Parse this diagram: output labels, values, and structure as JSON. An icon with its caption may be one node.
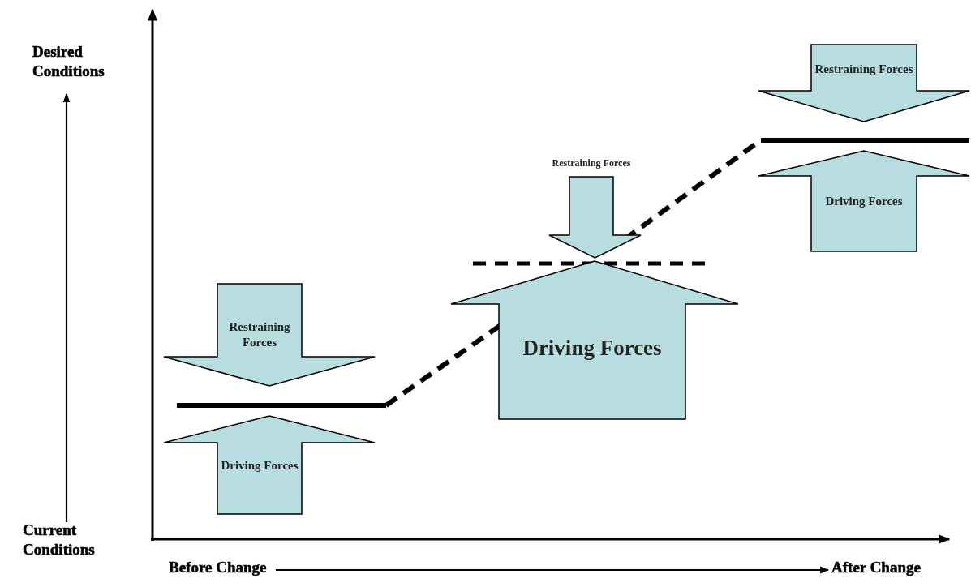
{
  "diagram": {
    "nodes": [
      {
        "text": [
          "Desired Conditions"
        ]
      },
      {
        "text": [
          "Current Conditions"
        ]
      },
      {
        "text": [
          "Before Change"
        ]
      },
      {
        "text": [
          "After Change"
        ]
      },
      {
        "text": [
          "Restraining Forces"
        ]
      },
      {
        "text": [
          "Driving Forces"
        ]
      },
      {
        "text": [
          "Restraining Forces"
        ]
      },
      {
        "text": [
          "Driving Forces"
        ]
      },
      {
        "text": [
          "Restraining Forces"
        ]
      },
      {
        "text": [
          "Driving Forces"
        ]
      }
    ],
    "edges": [
      {
        "from": 1,
        "to": 0,
        "arrow": "to"
      },
      {
        "from": 2,
        "to": 3,
        "arrow": "to"
      }
    ]
  }
}
